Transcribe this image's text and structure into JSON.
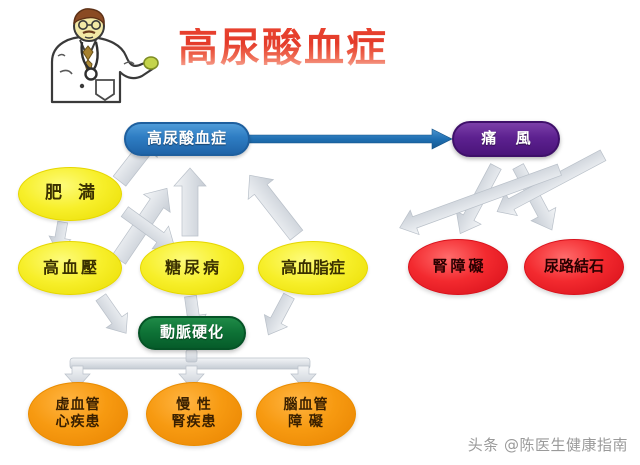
{
  "header": {
    "title": "高尿酸血症",
    "title_color": "#e2402c",
    "doctor_icon": "doctor-illustration"
  },
  "diagram": {
    "nodes": {
      "hyperuricemia": {
        "label": "高尿酸血症",
        "color": "#2f7ec4",
        "shape": "pill"
      },
      "gout": {
        "label": "痛 風",
        "color": "#5d2190",
        "shape": "pill"
      },
      "obesity": {
        "label": "肥 満",
        "color": "#f7ef2a",
        "shape": "ellipse"
      },
      "hypertension": {
        "label": "高血壓",
        "color": "#f7ef2a",
        "shape": "ellipse"
      },
      "diabetes": {
        "label": "糖尿病",
        "color": "#f7ef2a",
        "shape": "ellipse"
      },
      "hyperlipidemia": {
        "label": "高血脂症",
        "color": "#f7ef2a",
        "shape": "ellipse"
      },
      "kidney_disorder": {
        "label": "腎障礙",
        "color": "#f32a2f",
        "shape": "ellipse"
      },
      "urinary_stone": {
        "label": "尿路結石",
        "color": "#f32a2f",
        "shape": "ellipse"
      },
      "arteriosclerosis": {
        "label": "動脈硬化",
        "color": "#0e7236",
        "shape": "pill"
      },
      "ischemic_heart": {
        "label": "虚血管\n心疾患",
        "color": "#f79a11",
        "shape": "ellipse"
      },
      "chronic_kidney": {
        "label": "慢 性\n腎疾患",
        "color": "#f79a11",
        "shape": "ellipse"
      },
      "cerebrovascular": {
        "label": "腦血管\n障 礙",
        "color": "#f79a11",
        "shape": "ellipse"
      }
    },
    "arrow_color": "#d6dae0",
    "primary_arrow_color": "#1f6fb2"
  },
  "watermark": {
    "text": "头条 @陈医生健康指南"
  }
}
